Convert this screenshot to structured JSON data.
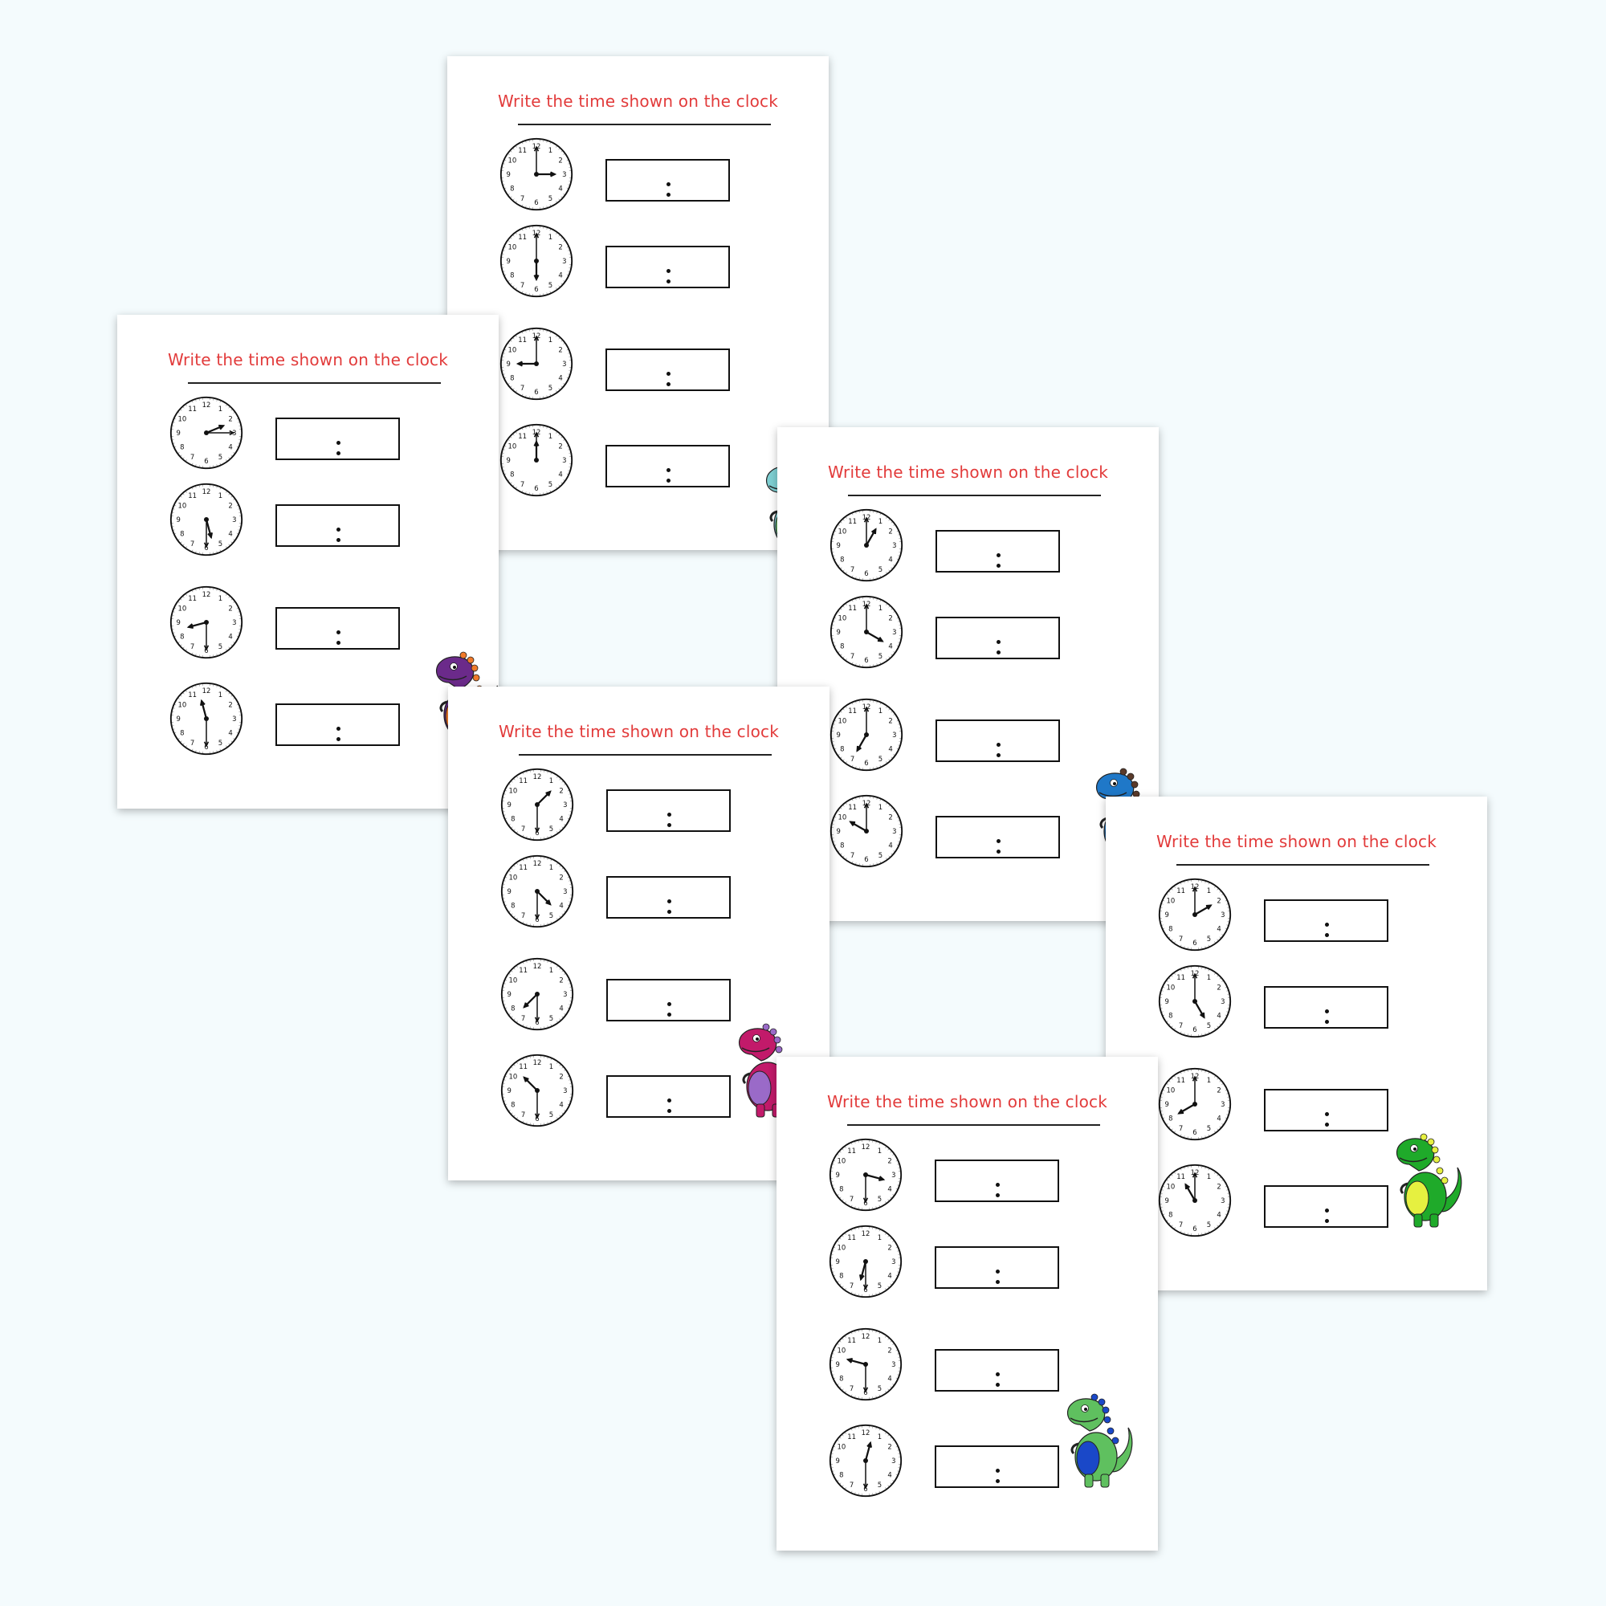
{
  "worksheet_title": "Write the time shown on the clock",
  "clock_numerals": [
    "12",
    "1",
    "2",
    "3",
    "4",
    "5",
    "6",
    "7",
    "8",
    "9",
    "10",
    "11"
  ],
  "answer_separator": ":",
  "sheets": [
    {
      "id": "A",
      "dino_color": "#7fd0d3",
      "dino_belly": "#6cc06c",
      "clocks": [
        {
          "hour": 3,
          "minute": 0
        },
        {
          "hour": 6,
          "minute": 0
        },
        {
          "hour": 9,
          "minute": 0
        },
        {
          "hour": 12,
          "minute": 0
        }
      ]
    },
    {
      "id": "B",
      "dino_color": "#6b2a8a",
      "dino_belly": "#f07a2a",
      "clocks": [
        {
          "hour": 2,
          "minute": 15
        },
        {
          "hour": 5,
          "minute": 30
        },
        {
          "hour": 8,
          "minute": 30
        },
        {
          "hour": 11,
          "minute": 30
        }
      ]
    },
    {
      "id": "C",
      "dino_color": "#1f78c8",
      "dino_belly": "#5a3a2a",
      "clocks": [
        {
          "hour": 1,
          "minute": 0
        },
        {
          "hour": 4,
          "minute": 0
        },
        {
          "hour": 7,
          "minute": 0
        },
        {
          "hour": 10,
          "minute": 0
        }
      ]
    },
    {
      "id": "D",
      "dino_color": "#c21a6a",
      "dino_belly": "#9a6ac8",
      "clocks": [
        {
          "hour": 1,
          "minute": 30
        },
        {
          "hour": 4,
          "minute": 30
        },
        {
          "hour": 7,
          "minute": 30
        },
        {
          "hour": 10,
          "minute": 30
        }
      ]
    },
    {
      "id": "E",
      "dino_color": "#1faa2a",
      "dino_belly": "#e6f040",
      "clocks": [
        {
          "hour": 2,
          "minute": 0
        },
        {
          "hour": 5,
          "minute": 0
        },
        {
          "hour": 8,
          "minute": 0
        },
        {
          "hour": 11,
          "minute": 0
        }
      ]
    },
    {
      "id": "F",
      "dino_color": "#5fc05f",
      "dino_belly": "#1a48c8",
      "clocks": [
        {
          "hour": 3,
          "minute": 30
        },
        {
          "hour": 6,
          "minute": 30
        },
        {
          "hour": 9,
          "minute": 30
        },
        {
          "hour": 12,
          "minute": 30
        }
      ]
    }
  ]
}
